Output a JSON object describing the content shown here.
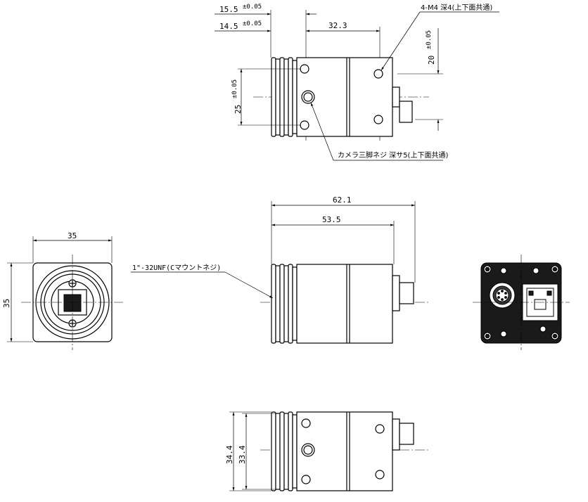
{
  "dimensions": {
    "top_15_5": "15.5",
    "top_15_5_tol": "±0.05",
    "top_14_5": "14.5",
    "top_14_5_tol": "±0.05",
    "top_32_3": "32.3",
    "top_20": "20",
    "top_20_tol": "±0.05",
    "top_25": "25",
    "top_25_tol": "±0.05",
    "side_62_1": "62.1",
    "side_53_5": "53.5",
    "front_35_w": "35",
    "front_35_h": "35",
    "bottom_34_4": "34.4",
    "bottom_33_4": "33.4"
  },
  "notes": {
    "m4_holes": "4-M4 深4(上下面共通)",
    "tripod": "カメラ三脚ネジ 深サ5(上下面共通)",
    "mount": "1\"-32UNF(Cマウントネジ)"
  }
}
